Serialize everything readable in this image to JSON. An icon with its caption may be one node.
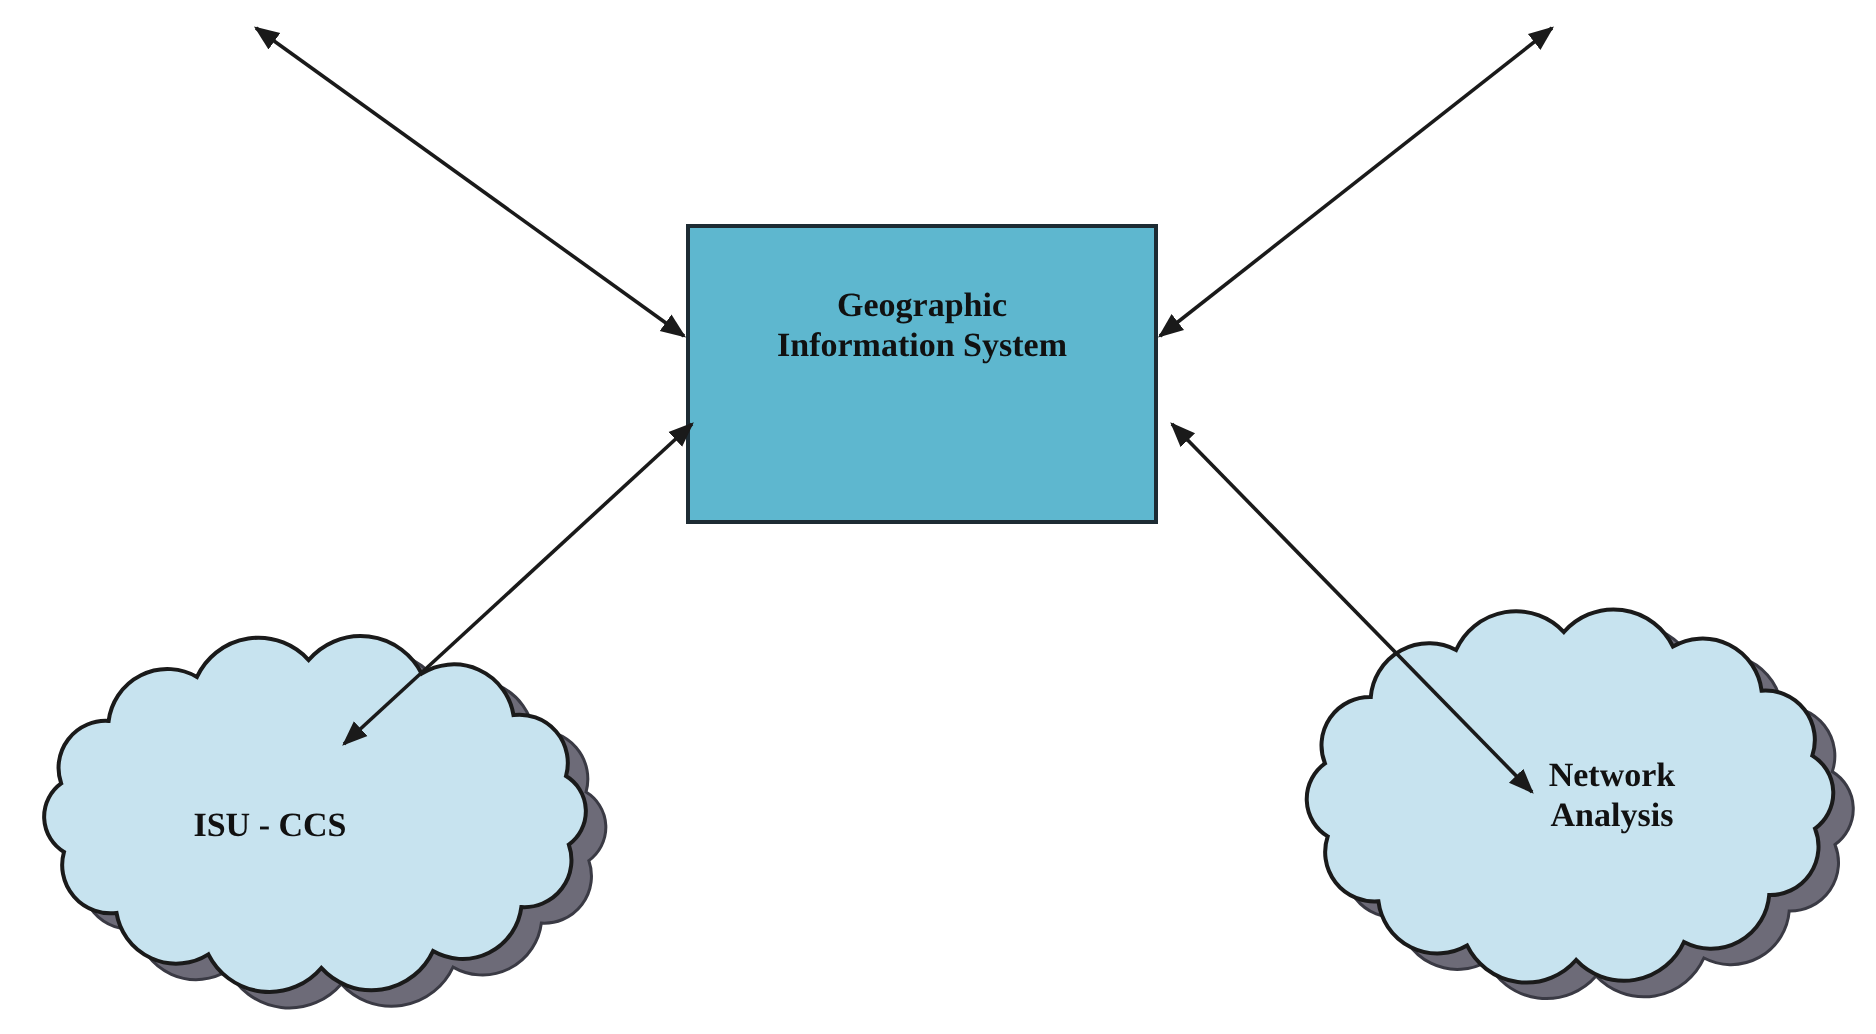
{
  "diagram": {
    "nodes": [
      {
        "text": [
          "Geographic Information System"
        ]
      },
      {
        "text": [
          "ISU - CCS"
        ]
      },
      {
        "text": [
          "Network Analysis"
        ]
      }
    ],
    "edges": [
      {
        "from": null,
        "to": 0,
        "arrow": "both"
      },
      {
        "from": null,
        "to": 0,
        "arrow": "both"
      },
      {
        "from": 0,
        "to": 1,
        "arrow": "both"
      },
      {
        "from": 0,
        "to": 2,
        "arrow": "both"
      }
    ]
  }
}
